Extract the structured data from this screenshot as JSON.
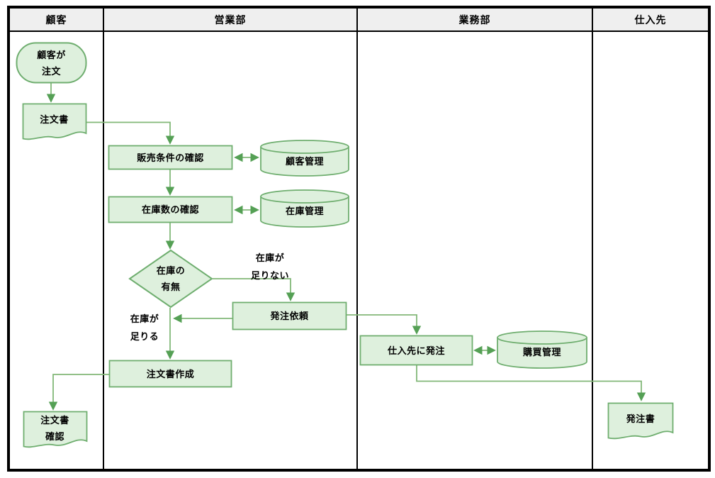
{
  "lanes": [
    "顧客",
    "営業部",
    "業務部",
    "仕入先"
  ],
  "nodes": {
    "customer_order": [
      "顧客が",
      "注文"
    ],
    "order_form": [
      "注文書"
    ],
    "check_sales_conditions": [
      "販売条件の確認"
    ],
    "customer_db": [
      "顧客管理"
    ],
    "check_stock": [
      "在庫数の確認"
    ],
    "stock_db": [
      "在庫管理"
    ],
    "stock_decision": [
      "在庫の",
      "有無"
    ],
    "order_request": [
      "発注依頼"
    ],
    "create_order_form": [
      "注文書作成"
    ],
    "confirm_order_form": [
      "注文書",
      "確認"
    ],
    "order_to_supplier": [
      "仕入先に発注"
    ],
    "purchase_db": [
      "購買管理"
    ],
    "purchase_order": [
      "発注書"
    ]
  },
  "edge_labels": {
    "insufficient_stock": [
      "在庫が",
      "足りない"
    ],
    "sufficient_stock": [
      "在庫が",
      "足りる"
    ]
  },
  "colors": {
    "shape_fill": "#def0dd",
    "shape_border": "#6fae6f",
    "connector_line": "#82b878",
    "arrowhead": "#55a055",
    "header_fill": "#efefef",
    "frame_border": "#000000"
  }
}
